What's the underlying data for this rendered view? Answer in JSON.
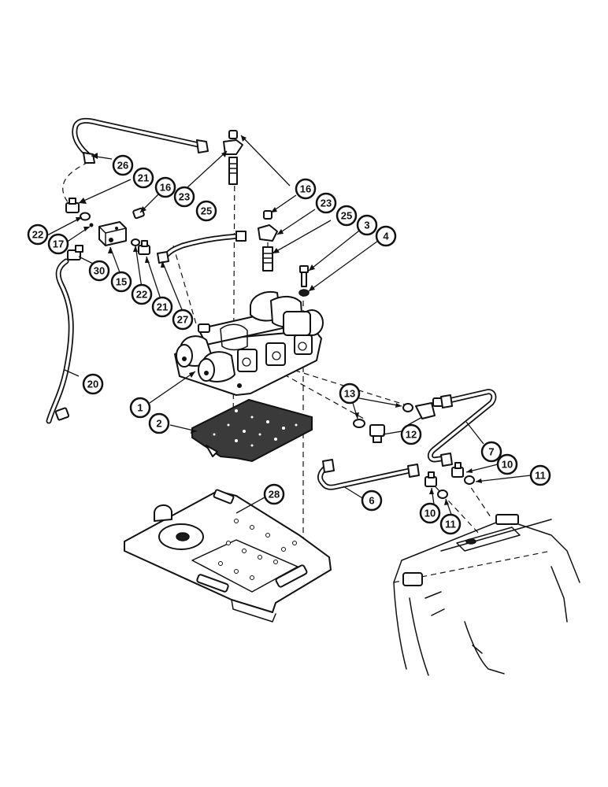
{
  "callouts": [
    {
      "id": "c-26",
      "label": "26"
    },
    {
      "id": "c-21a",
      "label": "21"
    },
    {
      "id": "c-16a",
      "label": "16"
    },
    {
      "id": "c-23a",
      "label": "23"
    },
    {
      "id": "c-25a",
      "label": "25"
    },
    {
      "id": "c-16b",
      "label": "16"
    },
    {
      "id": "c-23b",
      "label": "23"
    },
    {
      "id": "c-25b",
      "label": "25"
    },
    {
      "id": "c-3",
      "label": "3"
    },
    {
      "id": "c-4",
      "label": "4"
    },
    {
      "id": "c-22a",
      "label": "22"
    },
    {
      "id": "c-17",
      "label": "17"
    },
    {
      "id": "c-30",
      "label": "30"
    },
    {
      "id": "c-15",
      "label": "15"
    },
    {
      "id": "c-22b",
      "label": "22"
    },
    {
      "id": "c-21b",
      "label": "21"
    },
    {
      "id": "c-27",
      "label": "27"
    },
    {
      "id": "c-20",
      "label": "20"
    },
    {
      "id": "c-1",
      "label": "1"
    },
    {
      "id": "c-2",
      "label": "2"
    },
    {
      "id": "c-13",
      "label": "13"
    },
    {
      "id": "c-12",
      "label": "12"
    },
    {
      "id": "c-7",
      "label": "7"
    },
    {
      "id": "c-10a",
      "label": "10"
    },
    {
      "id": "c-11a",
      "label": "11"
    },
    {
      "id": "c-6",
      "label": "6"
    },
    {
      "id": "c-10b",
      "label": "10"
    },
    {
      "id": "c-11b",
      "label": "11"
    },
    {
      "id": "c-28",
      "label": "28"
    }
  ]
}
